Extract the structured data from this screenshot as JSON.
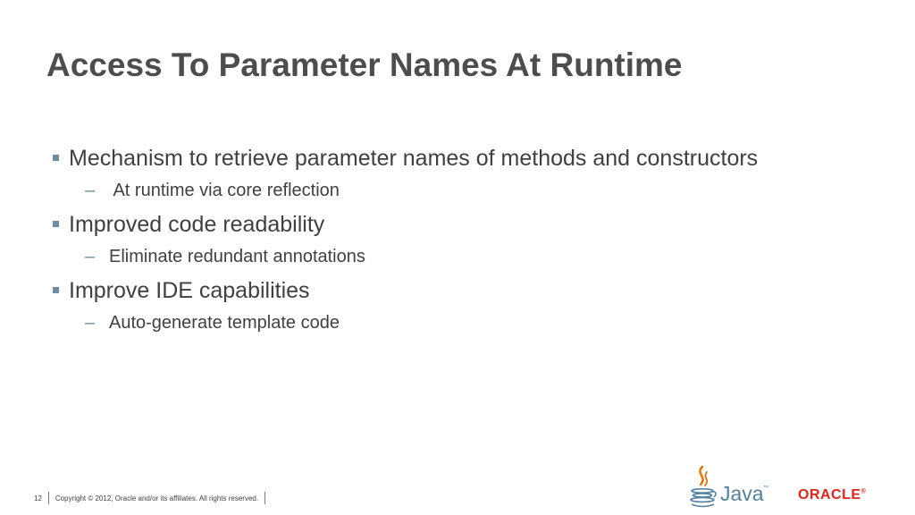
{
  "slide": {
    "title": "Access To Parameter Names At Runtime",
    "bullets": [
      {
        "text": "Mechanism to retrieve parameter names of methods and constructors",
        "sub": " At runtime via core reflection"
      },
      {
        "text": "Improved code readability",
        "sub": "Eliminate redundant annotations"
      },
      {
        "text": "Improve IDE capabilities",
        "sub": "Auto-generate template code"
      }
    ],
    "sub_marker": "–"
  },
  "footer": {
    "page_number": "12",
    "copyright": "Copyright © 2012, Oracle and/or its affiliates. All rights reserved."
  },
  "logos": {
    "java": "Java",
    "java_tm": "™",
    "oracle": "ORACLE",
    "oracle_reg": "®"
  },
  "colors": {
    "bullet_accent": "#6c8ea6",
    "java_blue": "#5382a1",
    "java_orange": "#e76f00",
    "oracle_red": "#e2231a"
  }
}
